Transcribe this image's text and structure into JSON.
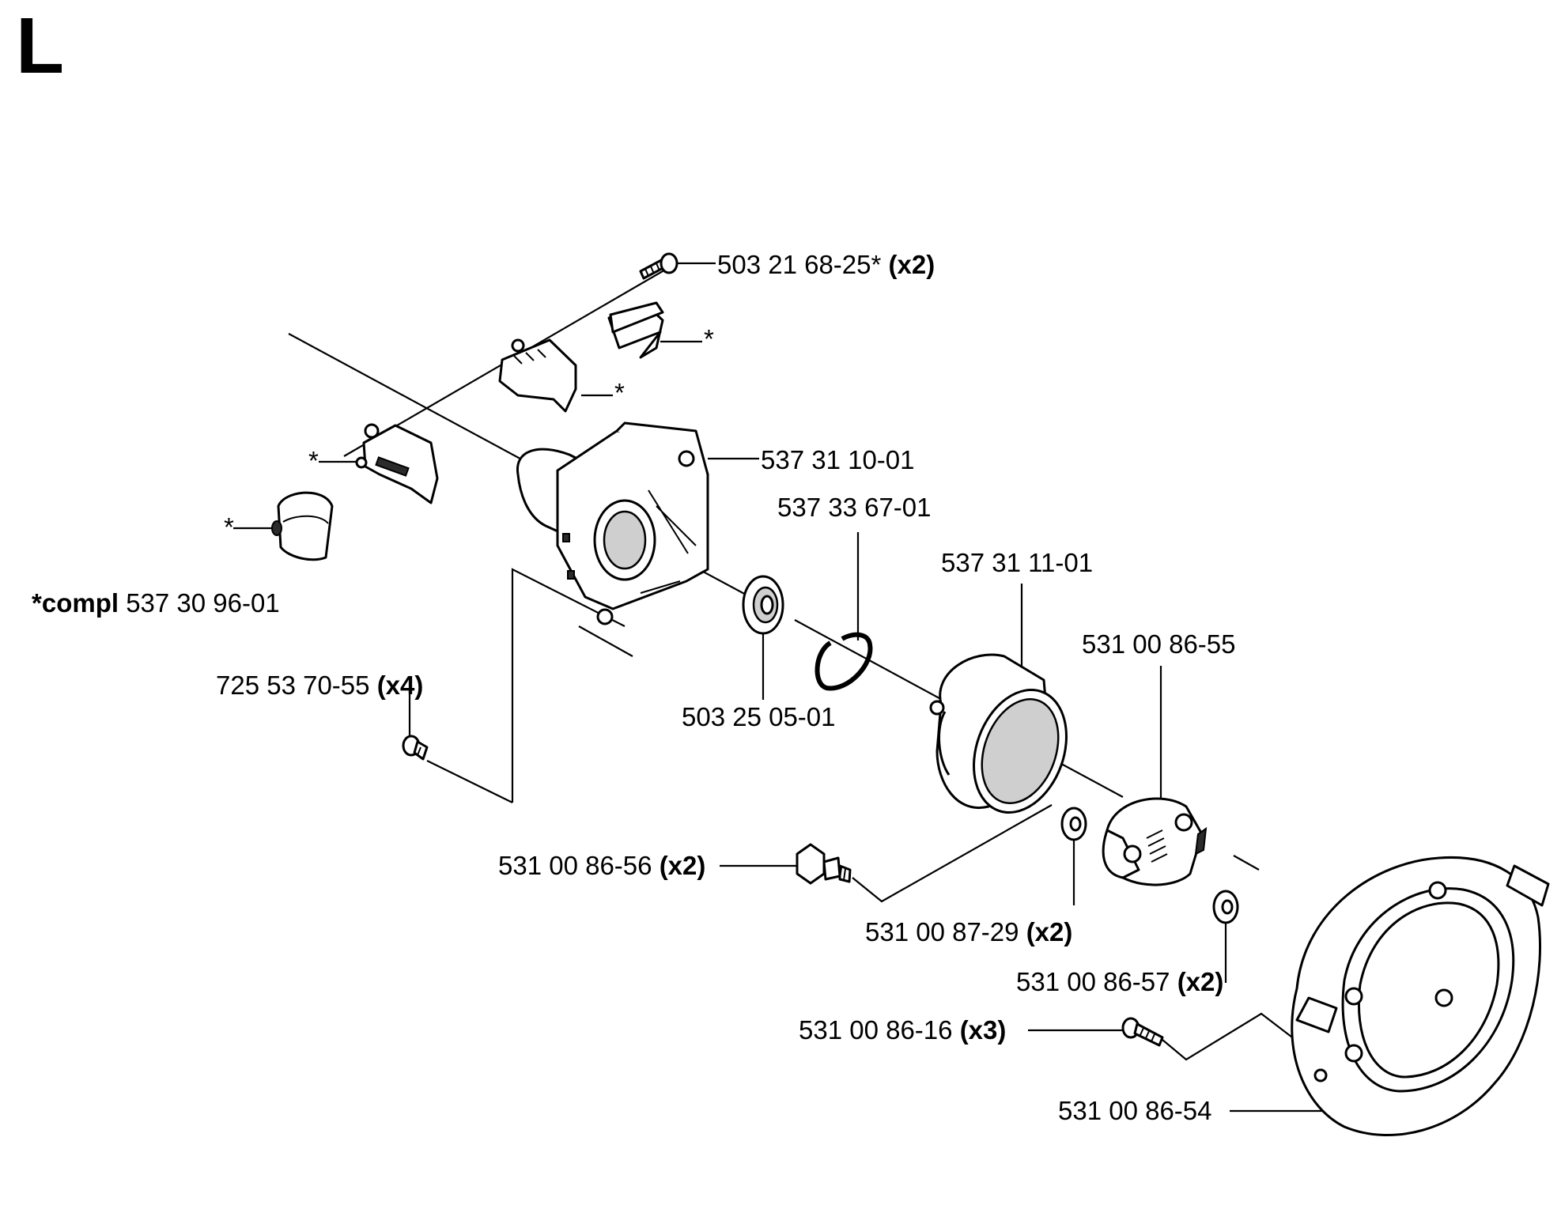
{
  "section": "L",
  "labels": {
    "screw_top": {
      "number": "503 21 68-25*",
      "qty": "(x2)"
    },
    "star_1": "*",
    "star_2": "*",
    "star_3": "*",
    "star_4": "*",
    "compl": {
      "prefix": "*compl",
      "number": "537 30 96-01"
    },
    "housing": "537 31 10-01",
    "circlip": "537 33 67-01",
    "drum": "537 31 11-01",
    "clutch": "531 00 86-55",
    "bearing": "503 25 05-01",
    "screw_x4": {
      "number": "725 53 70-55",
      "qty": "(x4)"
    },
    "shoulder_screw": {
      "number": "531 00 86-56",
      "qty": "(x2)"
    },
    "washer_a": {
      "number": "531 00 87-29",
      "qty": "(x2)"
    },
    "washer_b": {
      "number": "531 00 86-57",
      "qty": "(x2)"
    },
    "screw_x3": {
      "number": "531 00 86-16",
      "qty": "(x3)"
    },
    "cover": "531 00 86-54"
  }
}
